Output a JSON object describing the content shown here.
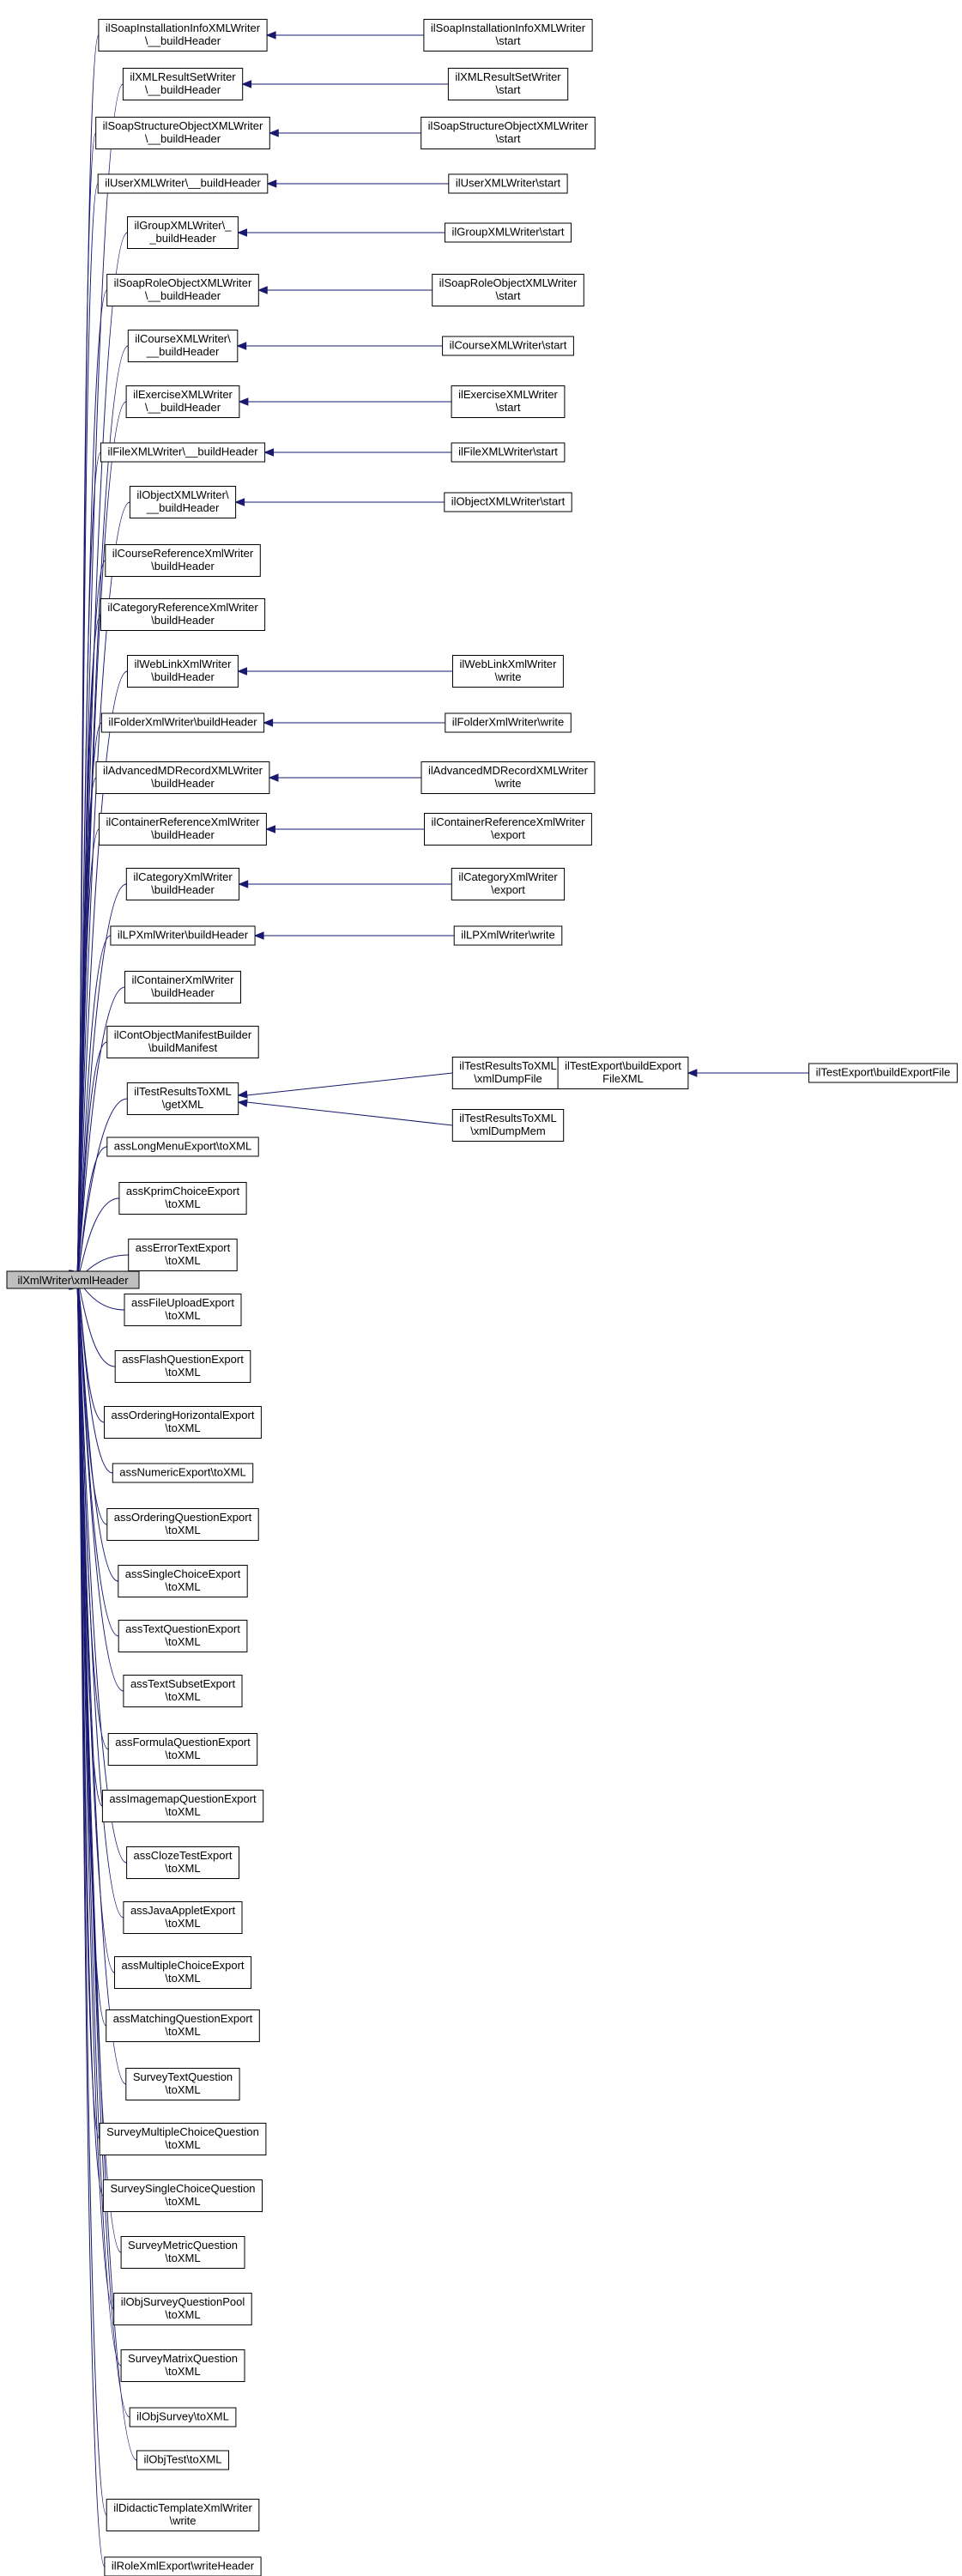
{
  "root": "ilXmlWriter\\xmlHeader",
  "level1": [
    {
      "id": "n1",
      "lines": [
        "ilSoapInstallationInfoXMLWriter",
        "\\__buildHeader"
      ]
    },
    {
      "id": "n2",
      "lines": [
        "ilXMLResultSetWriter",
        "\\__buildHeader"
      ]
    },
    {
      "id": "n3",
      "lines": [
        "ilSoapStructureObjectXMLWriter",
        "\\__buildHeader"
      ]
    },
    {
      "id": "n4",
      "lines": [
        "ilUserXMLWriter\\__buildHeader"
      ]
    },
    {
      "id": "n5",
      "lines": [
        "ilGroupXMLWriter\\_",
        "_buildHeader"
      ]
    },
    {
      "id": "n6",
      "lines": [
        "ilSoapRoleObjectXMLWriter",
        "\\__buildHeader"
      ]
    },
    {
      "id": "n7",
      "lines": [
        "ilCourseXMLWriter\\",
        "__buildHeader"
      ]
    },
    {
      "id": "n8",
      "lines": [
        "ilExerciseXMLWriter",
        "\\__buildHeader"
      ]
    },
    {
      "id": "n9",
      "lines": [
        "ilFileXMLWriter\\__buildHeader"
      ]
    },
    {
      "id": "n10",
      "lines": [
        "ilObjectXMLWriter\\",
        "__buildHeader"
      ]
    },
    {
      "id": "n11",
      "lines": [
        "ilCourseReferenceXmlWriter",
        "\\buildHeader"
      ]
    },
    {
      "id": "n12",
      "lines": [
        "ilCategoryReferenceXmlWriter",
        "\\buildHeader"
      ]
    },
    {
      "id": "n13",
      "lines": [
        "ilWebLinkXmlWriter",
        "\\buildHeader"
      ]
    },
    {
      "id": "n14",
      "lines": [
        "ilFolderXmlWriter\\buildHeader"
      ]
    },
    {
      "id": "n15",
      "lines": [
        "ilAdvancedMDRecordXMLWriter",
        "\\buildHeader"
      ]
    },
    {
      "id": "n16",
      "lines": [
        "ilContainerReferenceXmlWriter",
        "\\buildHeader"
      ]
    },
    {
      "id": "n17",
      "lines": [
        "ilCategoryXmlWriter",
        "\\buildHeader"
      ]
    },
    {
      "id": "n18",
      "lines": [
        "ilLPXmlWriter\\buildHeader"
      ]
    },
    {
      "id": "n19",
      "lines": [
        "ilContainerXmlWriter",
        "\\buildHeader"
      ]
    },
    {
      "id": "n20",
      "lines": [
        "ilContObjectManifestBuilder",
        "\\buildManifest"
      ]
    },
    {
      "id": "n21",
      "lines": [
        "ilTestResultsToXML",
        "\\getXML"
      ]
    },
    {
      "id": "n22",
      "lines": [
        "assLongMenuExport\\toXML"
      ]
    },
    {
      "id": "n23",
      "lines": [
        "assKprimChoiceExport",
        "\\toXML"
      ]
    },
    {
      "id": "n24",
      "lines": [
        "assErrorTextExport",
        "\\toXML"
      ]
    },
    {
      "id": "n25",
      "lines": [
        "assFileUploadExport",
        "\\toXML"
      ]
    },
    {
      "id": "n26",
      "lines": [
        "assFlashQuestionExport",
        "\\toXML"
      ]
    },
    {
      "id": "n27",
      "lines": [
        "assOrderingHorizontalExport",
        "\\toXML"
      ]
    },
    {
      "id": "n28",
      "lines": [
        "assNumericExport\\toXML"
      ]
    },
    {
      "id": "n29",
      "lines": [
        "assOrderingQuestionExport",
        "\\toXML"
      ]
    },
    {
      "id": "n30",
      "lines": [
        "assSingleChoiceExport",
        "\\toXML"
      ]
    },
    {
      "id": "n31",
      "lines": [
        "assTextQuestionExport",
        "\\toXML"
      ]
    },
    {
      "id": "n32",
      "lines": [
        "assTextSubsetExport",
        "\\toXML"
      ]
    },
    {
      "id": "n33",
      "lines": [
        "assFormulaQuestionExport",
        "\\toXML"
      ]
    },
    {
      "id": "n34",
      "lines": [
        "assImagemapQuestionExport",
        "\\toXML"
      ]
    },
    {
      "id": "n35",
      "lines": [
        "assClozeTestExport",
        "\\toXML"
      ]
    },
    {
      "id": "n36",
      "lines": [
        "assJavaAppletExport",
        "\\toXML"
      ]
    },
    {
      "id": "n37",
      "lines": [
        "assMultipleChoiceExport",
        "\\toXML"
      ]
    },
    {
      "id": "n38",
      "lines": [
        "assMatchingQuestionExport",
        "\\toXML"
      ]
    },
    {
      "id": "n39",
      "lines": [
        "SurveyTextQuestion",
        "\\toXML"
      ]
    },
    {
      "id": "n40",
      "lines": [
        "SurveyMultipleChoiceQuestion",
        "\\toXML"
      ]
    },
    {
      "id": "n41",
      "lines": [
        "SurveySingleChoiceQuestion",
        "\\toXML"
      ]
    },
    {
      "id": "n42",
      "lines": [
        "SurveyMetricQuestion",
        "\\toXML"
      ]
    },
    {
      "id": "n43",
      "lines": [
        "ilObjSurveyQuestionPool",
        "\\toXML"
      ]
    },
    {
      "id": "n44",
      "lines": [
        "SurveyMatrixQuestion",
        "\\toXML"
      ]
    },
    {
      "id": "n45",
      "lines": [
        "ilObjSurvey\\toXML"
      ]
    },
    {
      "id": "n46",
      "lines": [
        "ilObjTest\\toXML"
      ]
    },
    {
      "id": "n47",
      "lines": [
        "ilDidacticTemplateXmlWriter",
        "\\write"
      ]
    },
    {
      "id": "n48",
      "lines": [
        "ilRoleXmlExport\\writeHeader"
      ]
    }
  ],
  "level2": [
    {
      "id": "c1",
      "parent": "n1",
      "lines": [
        "ilSoapInstallationInfoXMLWriter",
        "\\start"
      ]
    },
    {
      "id": "c2",
      "parent": "n2",
      "lines": [
        "ilXMLResultSetWriter",
        "\\start"
      ]
    },
    {
      "id": "c3",
      "parent": "n3",
      "lines": [
        "ilSoapStructureObjectXMLWriter",
        "\\start"
      ]
    },
    {
      "id": "c4",
      "parent": "n4",
      "lines": [
        "ilUserXMLWriter\\start"
      ]
    },
    {
      "id": "c5",
      "parent": "n5",
      "lines": [
        "ilGroupXMLWriter\\start"
      ]
    },
    {
      "id": "c6",
      "parent": "n6",
      "lines": [
        "ilSoapRoleObjectXMLWriter",
        "\\start"
      ]
    },
    {
      "id": "c7",
      "parent": "n7",
      "lines": [
        "ilCourseXMLWriter\\start"
      ]
    },
    {
      "id": "c8",
      "parent": "n8",
      "lines": [
        "ilExerciseXMLWriter",
        "\\start"
      ]
    },
    {
      "id": "c9",
      "parent": "n9",
      "lines": [
        "ilFileXMLWriter\\start"
      ]
    },
    {
      "id": "c10",
      "parent": "n10",
      "lines": [
        "ilObjectXMLWriter\\start"
      ]
    },
    {
      "id": "c13",
      "parent": "n13",
      "lines": [
        "ilWebLinkXmlWriter",
        "\\write"
      ]
    },
    {
      "id": "c14",
      "parent": "n14",
      "lines": [
        "ilFolderXmlWriter\\write"
      ]
    },
    {
      "id": "c15",
      "parent": "n15",
      "lines": [
        "ilAdvancedMDRecordXMLWriter",
        "\\write"
      ]
    },
    {
      "id": "c16",
      "parent": "n16",
      "lines": [
        "ilContainerReferenceXmlWriter",
        "\\export"
      ]
    },
    {
      "id": "c17",
      "parent": "n17",
      "lines": [
        "ilCategoryXmlWriter",
        "\\export"
      ]
    },
    {
      "id": "c18",
      "parent": "n18",
      "lines": [
        "ilLPXmlWriter\\write"
      ]
    },
    {
      "id": "c21a",
      "parent": "n21",
      "lines": [
        "ilTestResultsToXML",
        "\\xmlDumpFile"
      ]
    },
    {
      "id": "c21b",
      "parent": "n21",
      "lines": [
        "ilTestResultsToXML",
        "\\xmlDumpMem"
      ]
    }
  ],
  "level3": [
    {
      "id": "d1",
      "parent": "c21a",
      "lines": [
        "ilTestExport\\buildExport",
        "FileXML"
      ]
    }
  ],
  "level4": [
    {
      "id": "e1",
      "parent": "d1",
      "lines": [
        "ilTestExport\\buildExportFile"
      ]
    }
  ]
}
